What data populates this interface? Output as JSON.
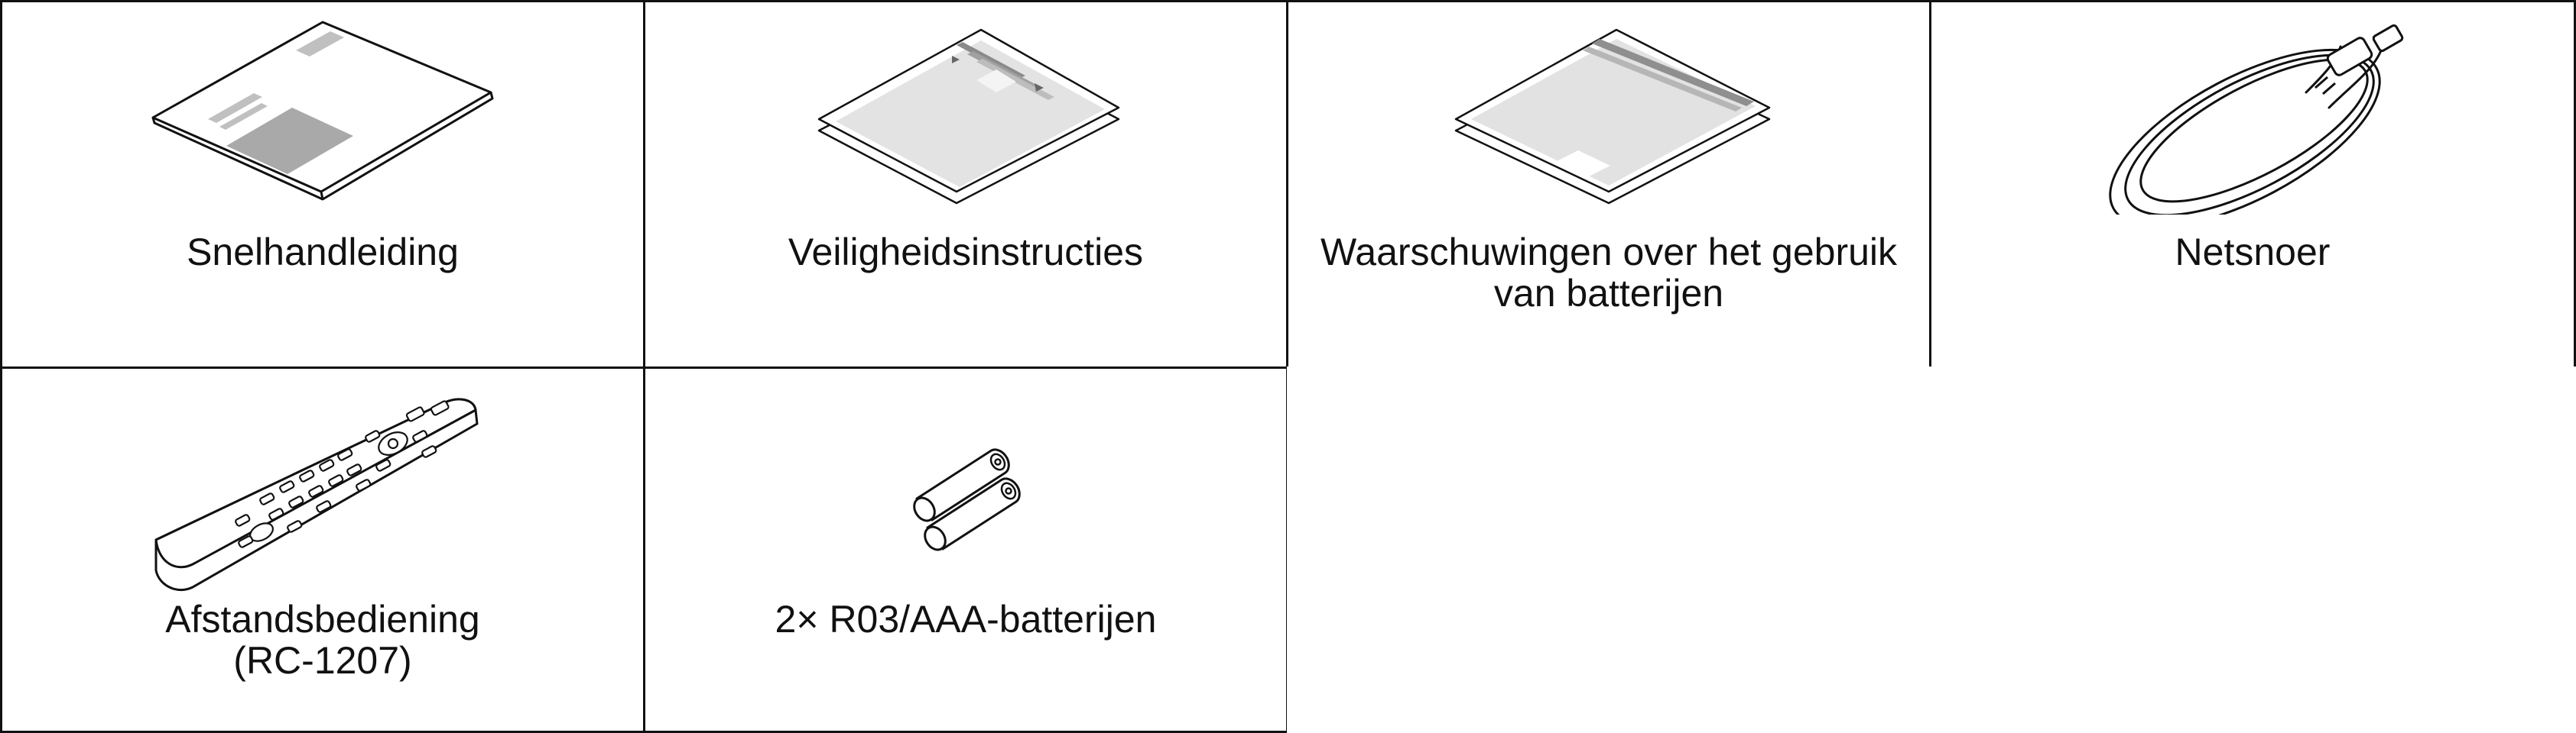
{
  "accessories": {
    "items": [
      {
        "label": "Snelhandleiding",
        "icon": "quick-start-guide-icon"
      },
      {
        "label": "Veiligheidsinstructies",
        "icon": "safety-instructions-icon"
      },
      {
        "label": "Waarschuwingen over het gebruik\nvan batterijen",
        "icon": "battery-warnings-leaflet-icon"
      },
      {
        "label": "Netsnoer",
        "icon": "power-cord-icon"
      },
      {
        "label": "Afstandsbediening\n(RC-1207)",
        "icon": "remote-control-icon"
      },
      {
        "label": "2× R03/AAA-batterijen",
        "icon": "batteries-icon"
      }
    ]
  }
}
